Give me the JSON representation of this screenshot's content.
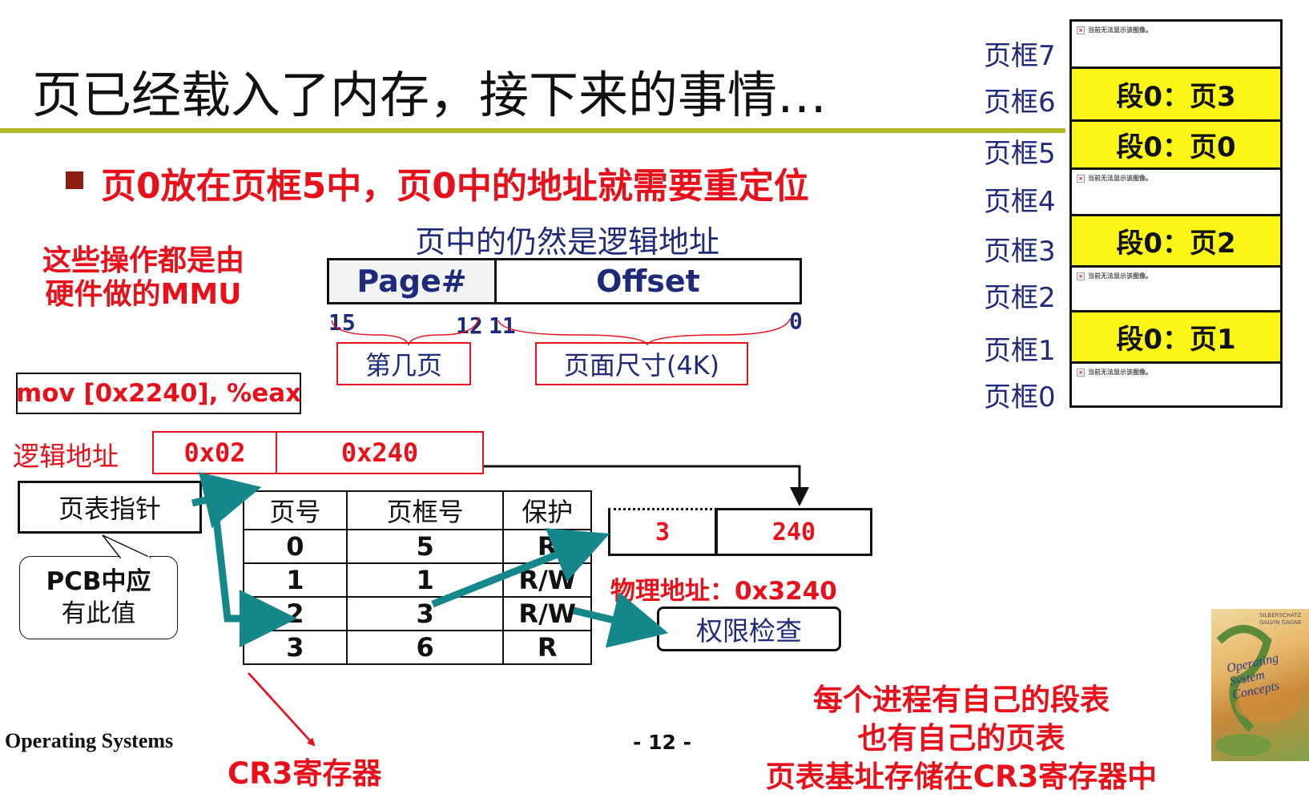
{
  "title": "页已经载入了内存，接下来的事情…",
  "bullet": "页0放在页框5中，页0中的地址就需要重定位",
  "note_hw": [
    "这些操作都是由",
    "硬件做的MMU"
  ],
  "addr_caption": "页中的仍然是逻辑地址",
  "addr_format": {
    "page_field": "Page#",
    "offset_field": "Offset",
    "bits": {
      "b15": "15",
      "b12": "12",
      "b11": "11",
      "b0": "0"
    },
    "page_label": "第几页",
    "offset_label": "页面尺寸(4K)"
  },
  "instruction": "mov [0x2240], %eax",
  "logical": {
    "label": "逻辑地址",
    "page": "0x02",
    "offset": "0x240"
  },
  "page_table_pointer": "页表指针",
  "pcb_callout": [
    "PCB中应",
    "有此值"
  ],
  "page_table": {
    "headers": [
      "页号",
      "页框号",
      "保护"
    ],
    "rows": [
      [
        "0",
        "5",
        "R"
      ],
      [
        "1",
        "1",
        "R/W"
      ],
      [
        "2",
        "3",
        "R/W"
      ],
      [
        "3",
        "6",
        "R"
      ]
    ]
  },
  "physical": {
    "frame": "3",
    "offset": "240",
    "label": "物理地址：0x3240"
  },
  "permission_check": "权限检查",
  "cr3_label": "CR3寄存器",
  "footer_left": "Operating Systems",
  "page_number": "- 12 -",
  "bottom_note": [
    "每个进程有自己的段表",
    "也有自己的页表",
    "页表基址存储在CR3寄存器中"
  ],
  "frames": [
    {
      "label": "页框7",
      "content": "",
      "yellow": false,
      "broken": "当前无法显示该图像。"
    },
    {
      "label": "页框6",
      "content": "段0：页3",
      "yellow": true
    },
    {
      "label": "页框5",
      "content": "段0：页0",
      "yellow": true
    },
    {
      "label": "页框4",
      "content": "",
      "yellow": false,
      "broken": "当前无法显示该图像。"
    },
    {
      "label": "页框3",
      "content": "段0：页2",
      "yellow": true
    },
    {
      "label": "页框2",
      "content": "",
      "yellow": false,
      "broken": "当前无法显示该图像。"
    },
    {
      "label": "页框1",
      "content": "段0：页1",
      "yellow": true
    },
    {
      "label": "页框0",
      "content": "",
      "yellow": false,
      "broken": "当前无法显示该图像。"
    }
  ],
  "book_cover": {
    "title": "Operating System Concepts",
    "authors": "SILBERSCHATZ GALVIN GAGNE"
  },
  "colors": {
    "red": "#e8101a",
    "navy": "#1f2a7a",
    "teal": "#16878a",
    "yellow": "#fbf617",
    "rule": "#b5b92a"
  }
}
